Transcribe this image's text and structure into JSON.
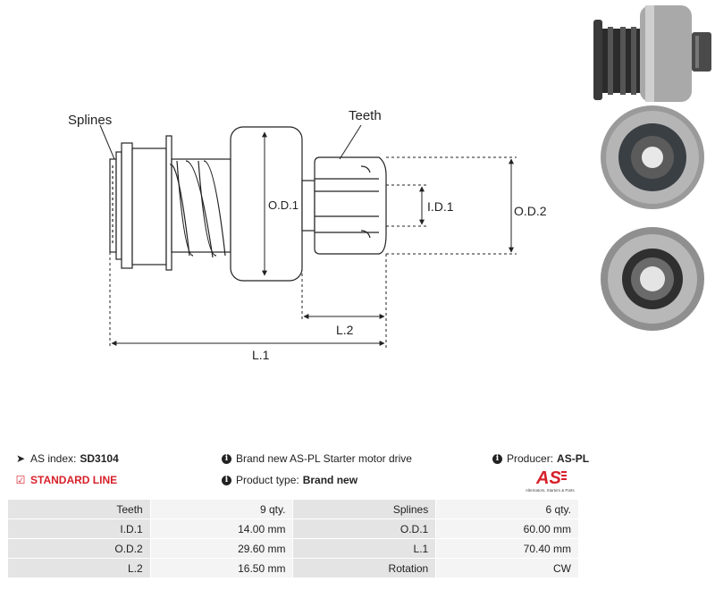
{
  "diagram": {
    "labels": {
      "splines": "Splines",
      "teeth": "Teeth",
      "od1": "O.D.1",
      "id1": "I.D.1",
      "od2": "O.D.2",
      "l2": "L.2",
      "l1": "L.1"
    }
  },
  "info": {
    "as_index_label": "AS index:",
    "as_index_value": "SD3104",
    "standard_line": "STANDARD LINE",
    "description": "Brand new AS-PL Starter motor drive",
    "product_type_label": "Product type:",
    "product_type_value": "Brand new",
    "producer_label": "Producer:",
    "producer_value": "AS-PL"
  },
  "logo": {
    "mark": "AS",
    "tagline": "Alternators, Starters & Parts",
    "brand_color": "#d6212a"
  },
  "specs": [
    {
      "label1": "Teeth",
      "value1": "9 qty.",
      "label2": "Splines",
      "value2": "6 qty."
    },
    {
      "label1": "I.D.1",
      "value1": "14.00 mm",
      "label2": "O.D.1",
      "value2": "60.00 mm"
    },
    {
      "label1": "O.D.2",
      "value1": "29.60 mm",
      "label2": "L.1",
      "value2": "70.40 mm"
    },
    {
      "label1": "L.2",
      "value1": "16.50 mm",
      "label2": "Rotation",
      "value2": "CW"
    }
  ]
}
